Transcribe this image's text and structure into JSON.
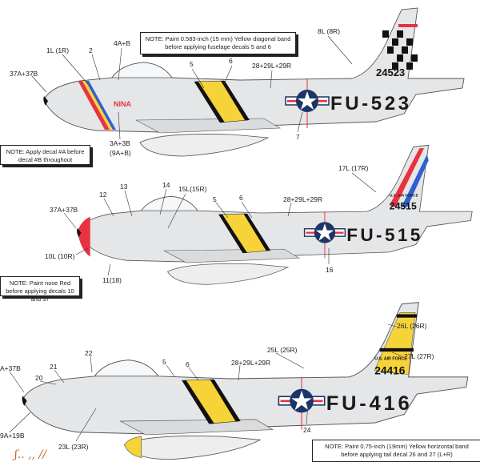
{
  "colors": {
    "yellow": "#f7d33a",
    "red": "#e8323f",
    "blue": "#2f5fd0",
    "navy": "#1c3566",
    "silver": "#e4e6e8",
    "line": "#555555"
  },
  "aircraft": [
    {
      "buzz_number": "FU-523",
      "tail_number": "24523",
      "labels": {
        "l37": "37A+37B",
        "l1": "1L (1R)",
        "l2": "2",
        "l4": "4A+B",
        "l5": "5",
        "l6": "6",
        "l28": "28+29L+29R",
        "l8": "8L (8R)",
        "l7": "7",
        "l3": "3A+3B",
        "l9": "(9A+B)"
      },
      "nose_art": "NINA",
      "note": "NOTE:  Paint 0.583-inch (15 mm) Yellow diagonal  band before applying fuselage decals 5 and 6"
    },
    {
      "buzz_number": "FU-515",
      "tail_number": "24515",
      "tail_text": "U.S. AIR FORCE",
      "labels": {
        "l17": "17L (17R)",
        "l13": "13",
        "l14": "14",
        "l15": "15L(15R)",
        "l12": "12",
        "l37": "37A+37B",
        "l5": "5",
        "l6": "6",
        "l28": "28+29L+29R",
        "l10": "10L (10R)",
        "l11": "11(18)",
        "l16": "16"
      },
      "note": "NOTE:  Paint nose Red before applying decals 10 and 37"
    },
    {
      "buzz_number": "FU-416",
      "tail_number": "24416",
      "tail_text": "U.S. AIR FORCE",
      "labels": {
        "l37": "A+37B",
        "l20": "20",
        "l21": "21",
        "l22": "22",
        "l5": "5",
        "l6": "6",
        "l28": "28+29L+29R",
        "l25": "25L (25R)",
        "l26": "26L (26R)",
        "l27": "27L (27R)",
        "l24": "24",
        "l23": "23L (23R)",
        "l19": "9A+19B"
      },
      "note": "NOTE:  Paint  0.75-inch (19mm) Yellow horizontal  band before applying tail decal 26 and 27 (L+R)"
    }
  ],
  "general_note": "NOTE:  Apply decal #A before decal #B throughout"
}
